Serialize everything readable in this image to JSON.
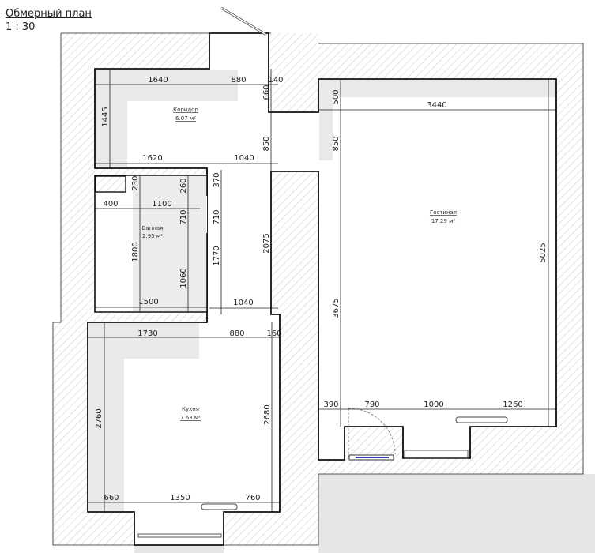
{
  "header": {
    "title": "Обмерный план",
    "scale": "1 : 30"
  },
  "rooms": {
    "corridor": {
      "name": "Коридор",
      "area": "6.07 м²"
    },
    "bathroom": {
      "name": "Ванная",
      "area": "2.95 м²"
    },
    "living": {
      "name": "Гостиная",
      "area": "17.29 м²"
    },
    "kitchen": {
      "name": "Кухня",
      "area": "7.63 м²"
    }
  },
  "dimensions": {
    "corridor": [
      "1640",
      "880",
      "140",
      "660",
      "1445",
      "850",
      "1620",
      "1040"
    ],
    "bathroom": [
      "230",
      "260",
      "370",
      "400",
      "1100",
      "710",
      "710",
      "1800",
      "1060",
      "1770",
      "2075",
      "1500",
      "1040"
    ],
    "kitchen": [
      "1730",
      "880",
      "160",
      "2760",
      "2680",
      "660",
      "1350",
      "760"
    ],
    "living": [
      "500",
      "3440",
      "850",
      "5025",
      "3675",
      "390",
      "790",
      "1000",
      "1260"
    ]
  },
  "colors": {
    "wall_hatch": "#c8c8c8",
    "shadow": "#e6e6e6",
    "window_glass": "#3a3ab0"
  }
}
